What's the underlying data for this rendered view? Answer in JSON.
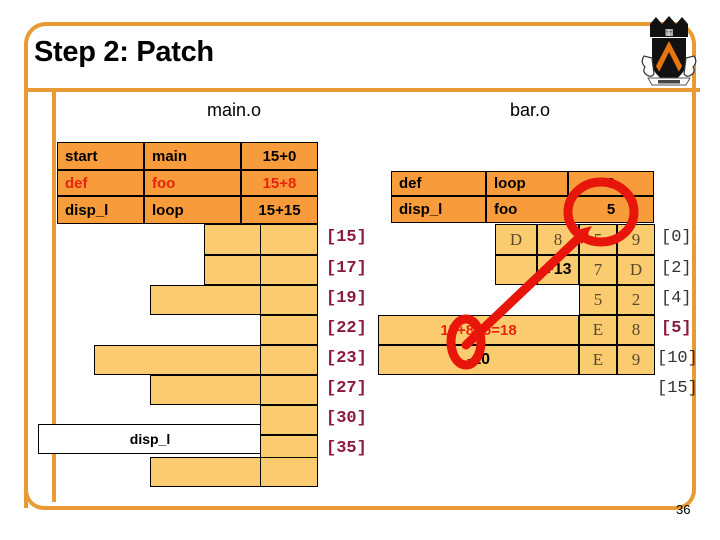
{
  "slide": {
    "title": "Step 2: Patch",
    "page_number": "36",
    "logo_name": "princeton-shield-logo",
    "frame_color": "#E89A33"
  },
  "captions": {
    "left": "main.o",
    "right": "bar.o"
  },
  "colors": {
    "symbol_row": "#F79B3B",
    "memory_block": "#FBCB70",
    "red_text": "#E8250C",
    "offset_label": "#8C1A3B",
    "annotation": "#E8150A"
  },
  "main_o": {
    "symbol_table": [
      {
        "name": "start",
        "section": "main",
        "value": "15+0",
        "highlight": false
      },
      {
        "name": "def",
        "section": "foo",
        "value": "15+8",
        "highlight": true
      },
      {
        "name": "disp_l",
        "section": "loop",
        "value": "15+15",
        "highlight": false
      }
    ],
    "disp_l_label": "disp_l"
  },
  "bar_o": {
    "symbol_table": [
      {
        "name": "def",
        "section": "loop",
        "value": "0"
      },
      {
        "name": "disp_l",
        "section": "foo",
        "value": "5"
      }
    ]
  },
  "left_offsets": [
    "[15]",
    "[17]",
    "[19]",
    "[22]",
    "[23]",
    "[27]",
    "[30]",
    "[35]"
  ],
  "right_offsets": [
    {
      "label": "[0]",
      "highlight": false
    },
    {
      "label": "[2]",
      "highlight": false
    },
    {
      "label": "[4]",
      "highlight": false
    },
    {
      "label": "[5]",
      "highlight": true
    },
    {
      "label": "[10]",
      "highlight": false
    },
    {
      "label": "[15]",
      "highlight": false
    }
  ],
  "hex_rows": [
    {
      "left": "D",
      "right": "8",
      "b1": "5",
      "b2": "9",
      "left_kind": "hex",
      "right_kind": "hex"
    },
    {
      "left": "",
      "right": "+13",
      "b1": "7",
      "b2": "D",
      "left_kind": "hex",
      "right_kind": "patch"
    },
    {
      "left": null,
      "right": null,
      "b1": "5",
      "b2": "2",
      "left_kind": "none",
      "right_kind": "none"
    },
    {
      "left": null,
      "right": null,
      "b1": "E",
      "b2": "8",
      "left_kind": "none",
      "right_kind": "none"
    },
    {
      "left": null,
      "right": null,
      "b1": "E",
      "b2": "9",
      "left_kind": "none",
      "right_kind": "none"
    }
  ],
  "patch_rows": {
    "row_22": "15+8+5=18",
    "row_23": "-10"
  },
  "annotations": {
    "circle_top_name": "red-circle-around-value-5",
    "circle_bottom_name": "red-circle-around-plus-5",
    "arrow_name": "red-arrow-from-patch-to-value"
  }
}
